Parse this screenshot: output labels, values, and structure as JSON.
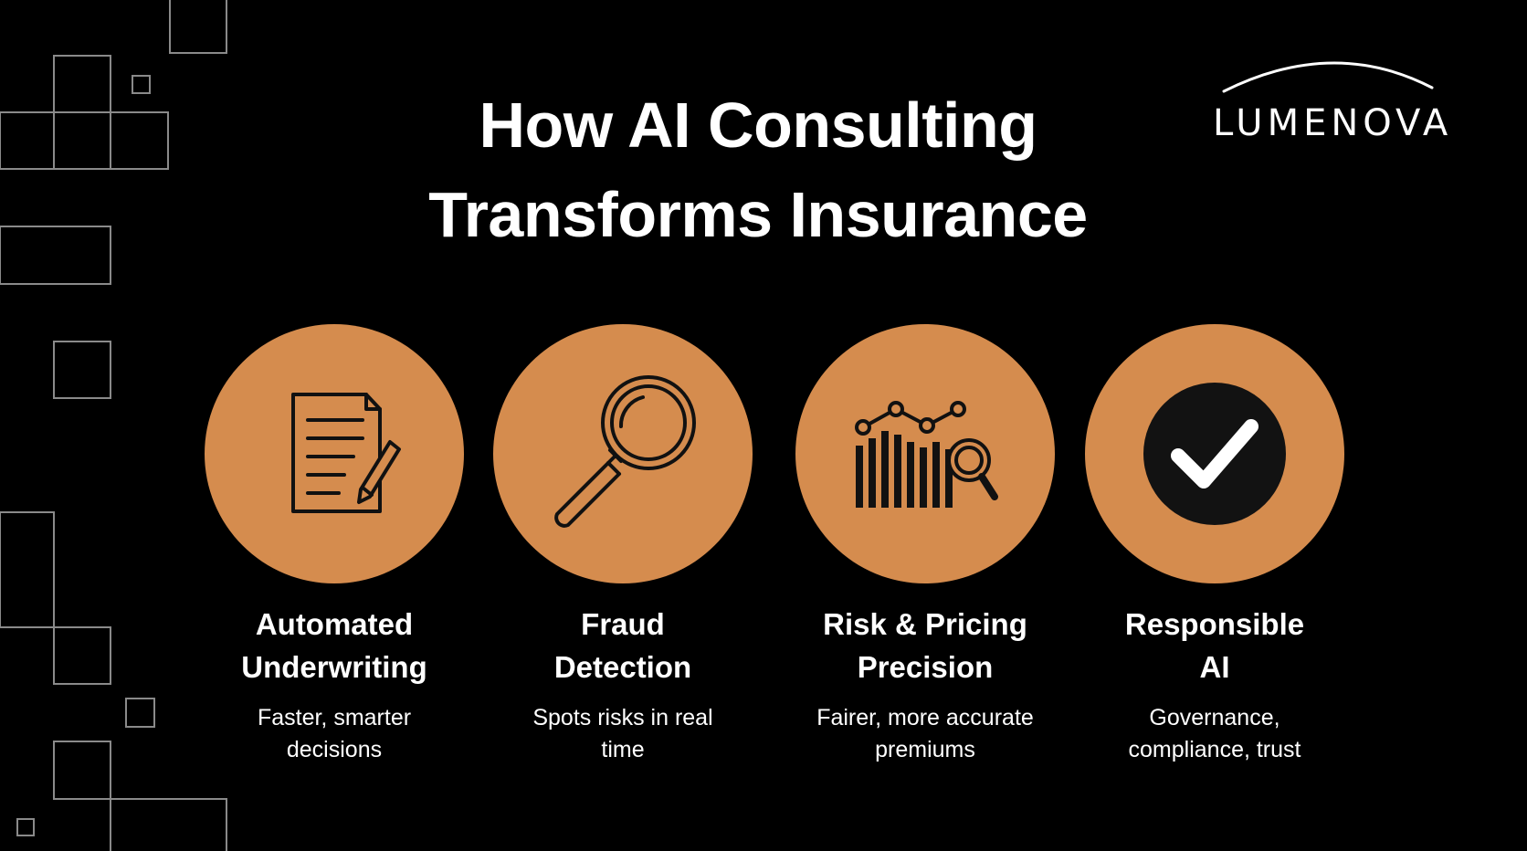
{
  "title": {
    "line1": "How AI Consulting",
    "line2": "Transforms Insurance"
  },
  "logo": {
    "text": "LUMENOVA"
  },
  "colors": {
    "background": "#000000",
    "accent": "#D58C4E",
    "text": "#FFFFFF"
  },
  "cards": [
    {
      "icon": "document-pencil-icon",
      "title_line1": "Automated",
      "title_line2": "Underwriting",
      "desc_line1": "Faster, smarter",
      "desc_line2": "decisions"
    },
    {
      "icon": "magnifying-glass-icon",
      "title_line1": "Fraud",
      "title_line2": "Detection",
      "desc_line1": "Spots risks in real",
      "desc_line2": "time"
    },
    {
      "icon": "chart-analysis-icon",
      "title_line1": "Risk & Pricing",
      "title_line2": "Precision",
      "desc_line1": "Fairer, more accurate",
      "desc_line2": "premiums"
    },
    {
      "icon": "checkmark-icon",
      "title_line1": "Responsible",
      "title_line2": "AI",
      "desc_line1": "Governance,",
      "desc_line2": "compliance, trust"
    }
  ]
}
